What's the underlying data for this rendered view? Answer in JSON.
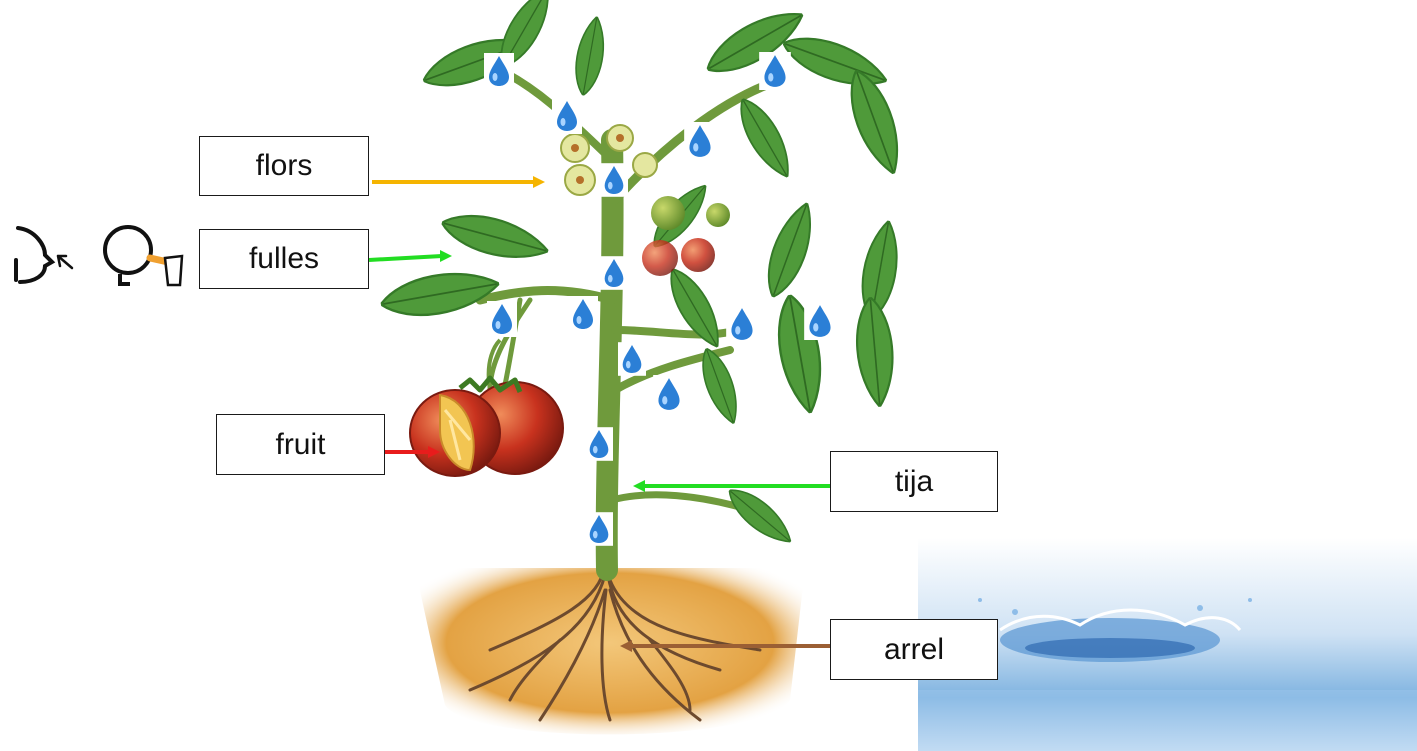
{
  "labels": {
    "flors": "flors",
    "fulles": "fulles",
    "fruit": "fruit",
    "tija": "tija",
    "arrel": "arrel"
  },
  "colors": {
    "flors_arrow": "#f5b400",
    "fulles_arrow": "#22dd22",
    "fruit_arrow": "#e81c1c",
    "tija_arrow": "#22dd22",
    "arrel_arrow": "#9b5f34",
    "leaf": "#4f9a3a",
    "leaf_dark": "#357a28",
    "stem": "#6f9a3c",
    "soil": "#e3a243",
    "tomato": "#c8321e",
    "water_drop": "#2b7fd6",
    "water": "#7fb3e0"
  },
  "icons": [
    "inhale-face-icon",
    "drinking-face-icon",
    "water-drop-icon",
    "water-splash-icon"
  ]
}
